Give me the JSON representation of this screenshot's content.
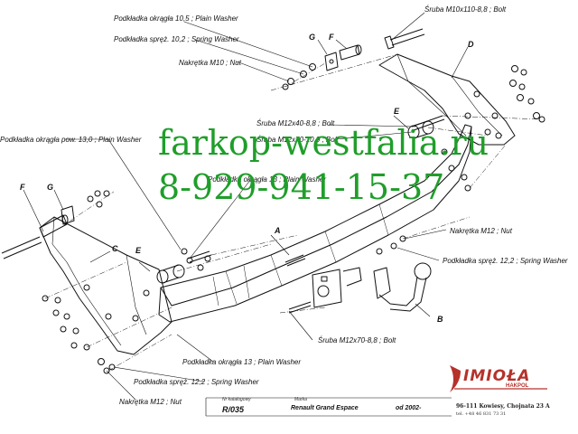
{
  "labels": {
    "washer_105": "Podkładka okrągła 10,5 ; Plain Washer",
    "spring_102": "Podkładka spręż. 10,2 ; Spring Washer",
    "nut_m10": "Nakrętka  M10 ; Nut",
    "bolt_m10x110": "Śruba M10x110-8,8 ;  Bolt",
    "washer_13_pow": "Podkładka okrągła pow. 13,0 ; Plain Washer",
    "bolt_m12x40": "Śruba M12x40-8,8 ;  Bolt",
    "bolt_m12x70_109": "Śruba M12x70-10,9 ;  Bolt",
    "washer_13_mid": "Podkładka okrągła 13 ; Plain Washer",
    "nut_m12_right": "Nakrętka  M12 ; Nut",
    "spring_122_right": "Podkładka spręż. 12,2 ; Spring Washer",
    "bolt_m12x70_88": "Śruba M12x70-8,8 ;  Bolt",
    "washer_13_bottom": "Podkładka okrągła 13 ; Plain Washer",
    "spring_122_bottom": "Podkładka spręż. 12,2 ; Spring Washer",
    "nut_m12_bottom": "Nakrętka  M12 ; Nut"
  },
  "parts": {
    "A": "A",
    "B": "B",
    "C": "C",
    "D": "D",
    "E_top": "E",
    "E_left": "E",
    "F_top": "F",
    "G_top": "G",
    "F_left": "F",
    "G_left": "G"
  },
  "watermark": {
    "site": "farkop-westfalia.ru",
    "phone": "8-929-941-15-37"
  },
  "footer": {
    "catalog_caption": "Nr katalogowy",
    "catalog_no": "R/035",
    "brand_caption": "Marka",
    "model": "Renault Grand Espace",
    "since": "od 2002-"
  },
  "company": {
    "name": "IMIOŁA",
    "sub": "HAKPOL",
    "address": "96-111 Kowiesy, Chojnata 23 A",
    "tel": "tel. +48 46 831 73 31"
  },
  "colors": {
    "line": "#111111",
    "watermark": "#1f9e2a",
    "brand": "#b5322b"
  }
}
